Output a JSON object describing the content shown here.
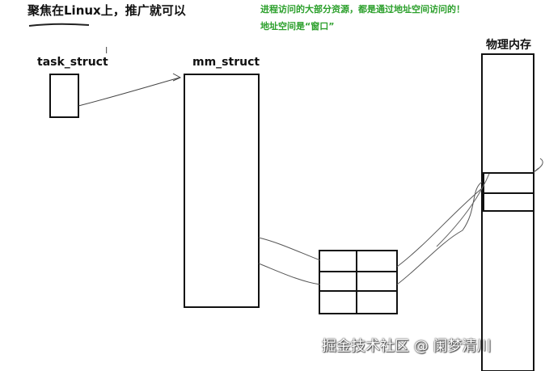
{
  "header": {
    "title": "聚焦在Linux上，推广就可以"
  },
  "notes": {
    "line1": "进程访问的大部分资源，都是通过地址空间访问的！",
    "line2": "地址空间是“窗口”"
  },
  "labels": {
    "task_struct": "task_struct",
    "mm_struct": "mm_struct",
    "physical_memory": "物理内存"
  },
  "watermark": "掘金技术社区 @ 阑梦清川",
  "cursor_glyph": "I",
  "colors": {
    "ink": "#111111",
    "note_green": "#2ca02c",
    "background": "#ffffff"
  }
}
